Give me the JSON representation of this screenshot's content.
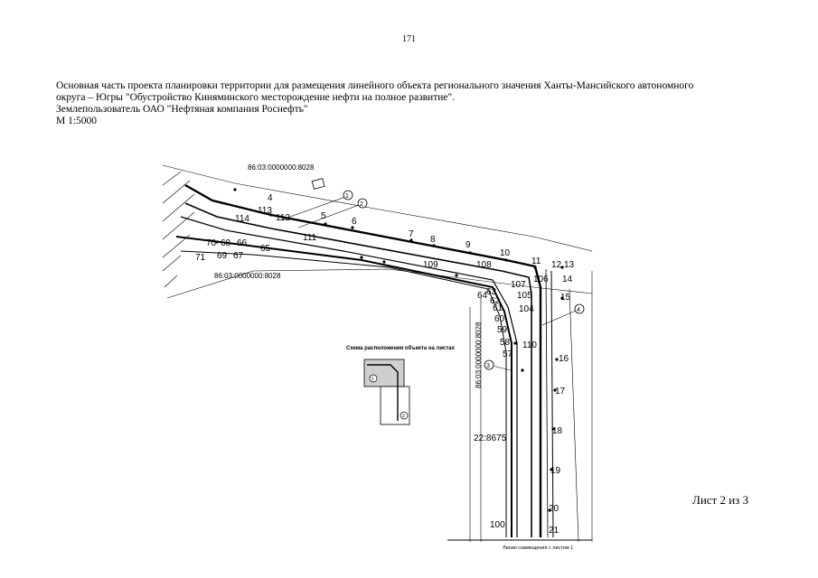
{
  "page": {
    "number": "171",
    "header_line1": "Основная часть проекта планировки территории для размещения линейного объекта регионального значения Ханты-Мансийского автономного",
    "header_line2": "округа – Югры \"Обустройство Киняминского месторождение нефти на полное развитие\".",
    "header_line3": "Землепользователь ОАО \"Нефтяная компания Роснефть\"",
    "scale": "М 1:5000",
    "sheet": "Лист 2 из 3"
  },
  "drawing": {
    "cadastral_top": "86:03:0000000:8028",
    "cadastral_mid": "86:03:0000000:8028",
    "cadastral_vertical": "86:03:0000000:8028",
    "parcel_label": "22:8675",
    "inset_title": "Схема расположения объекта на листах",
    "inset_sheet_1": "1",
    "inset_sheet_2": "2",
    "bottom_note": "Линия совмещения с листом 1",
    "callout_1": "1",
    "callout_2": "2",
    "callout_3": "3",
    "callout_4": "4",
    "points_top": [
      "4",
      "5",
      "6",
      "7",
      "8",
      "9",
      "10",
      "11",
      "12",
      "13",
      "14",
      "15"
    ],
    "points_right": [
      "16",
      "17",
      "18",
      "19",
      "20",
      "21"
    ],
    "points_inner": [
      "100",
      "104",
      "105",
      "106",
      "107",
      "108",
      "109",
      "110",
      "111",
      "112",
      "113",
      "114"
    ],
    "points_left": [
      "64",
      "65",
      "66",
      "67",
      "68",
      "69",
      "70",
      "71"
    ],
    "points_vertical": [
      "57",
      "58",
      "59",
      "60",
      "61",
      "62",
      "63"
    ]
  }
}
